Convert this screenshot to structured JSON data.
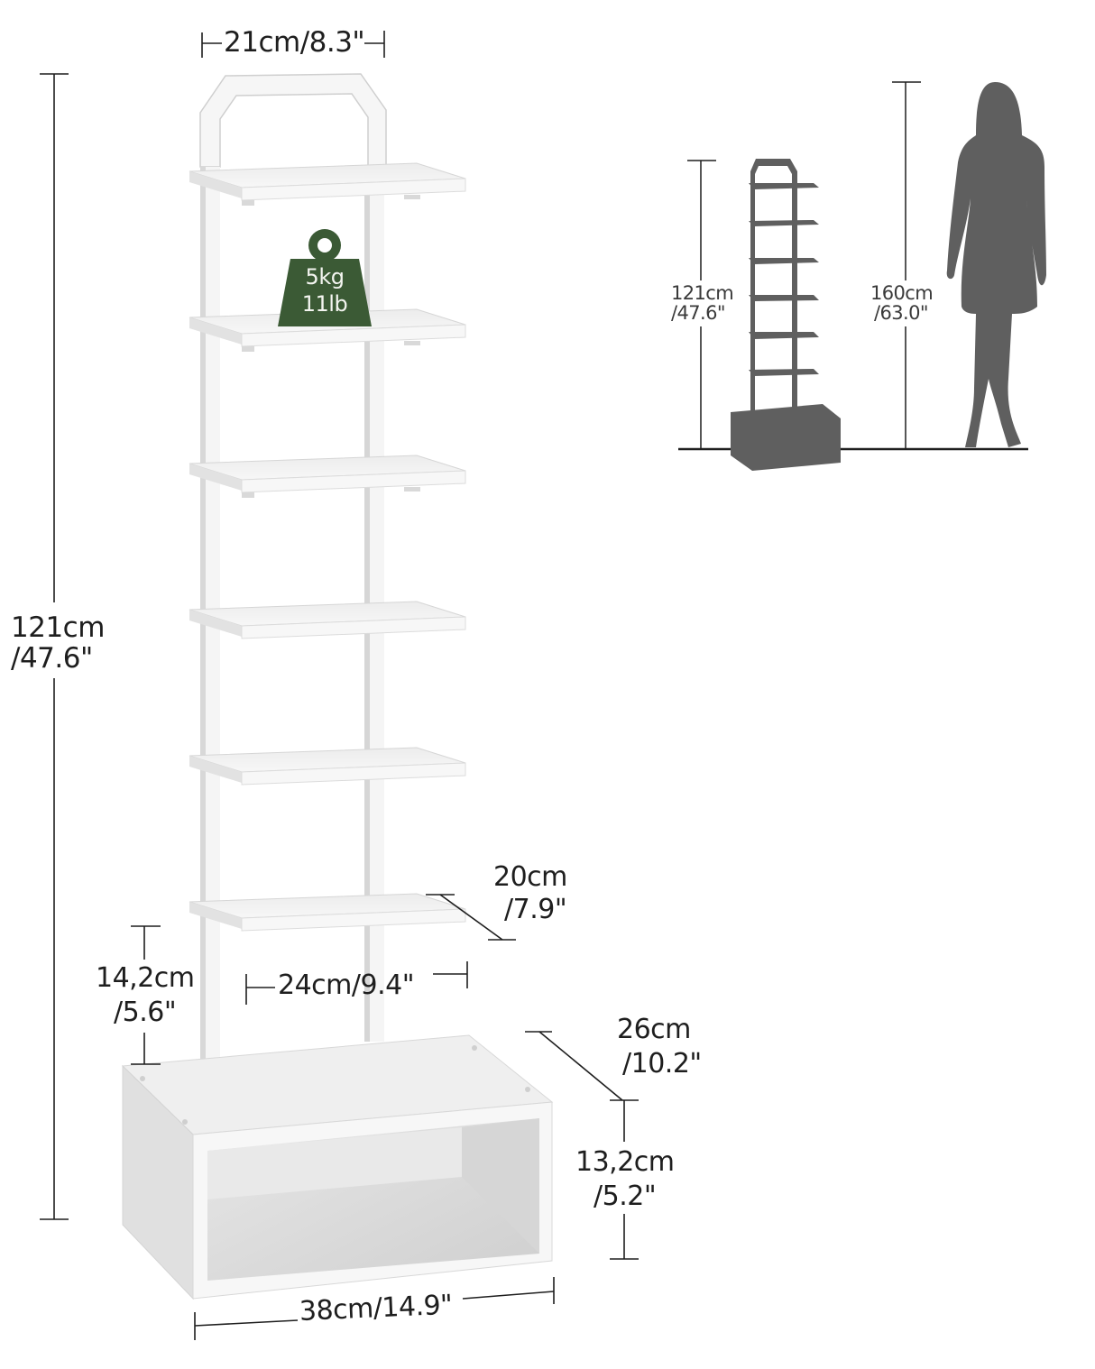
{
  "product": "7-tier narrow white shoe rack with bottom storage cube",
  "colors": {
    "background": "#ffffff",
    "rack_white": "#f4f4f4",
    "rack_shade": "#d9d9d9",
    "weight_badge": "#3b5a35",
    "weight_text": "#f3f5f0",
    "silhouette": "#5f5f5f",
    "dimension_line": "#1e1e1e"
  },
  "dimensions": {
    "top_width": {
      "text": "21cm/8.3\""
    },
    "total_height": {
      "cm": "121cm",
      "in": "/47.6\""
    },
    "shelf_depth": {
      "cm": "20cm",
      "in": "/7.9\""
    },
    "shelf_width": {
      "text": "24cm/9.4\""
    },
    "shelf_spacing": {
      "cm": "14,2cm",
      "in": "/5.6\""
    },
    "base_depth": {
      "cm": "26cm",
      "in": "/10.2\""
    },
    "base_height": {
      "cm": "13,2cm",
      "in": "/5.2\""
    },
    "base_width": {
      "text": "38cm/14.9\""
    }
  },
  "weight_badge": {
    "icon": "weight-icon",
    "line1": "5kg",
    "line2": "11lb"
  },
  "scale_comparison": {
    "rack_height": {
      "cm": "121cm",
      "in": "/47.6\""
    },
    "person_height": {
      "cm": "160cm",
      "in": "/63.0\""
    },
    "icons": [
      "rack-silhouette-icon",
      "woman-silhouette-icon"
    ]
  },
  "shelves": {
    "count": 6
  }
}
